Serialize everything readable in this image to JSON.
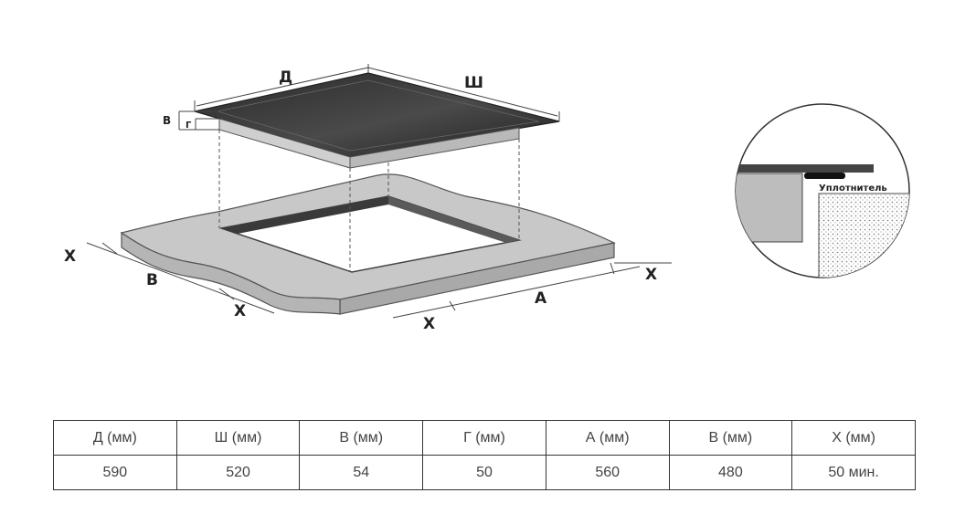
{
  "diagram": {
    "labels": {
      "length": "Д",
      "width": "Ш",
      "height": "В",
      "glass_height": "Г",
      "cutout_a": "А",
      "cutout_b": "В",
      "gap_x": "Х"
    },
    "detail": {
      "seal_label": "Уплотнитель"
    }
  },
  "table": {
    "headers": [
      "Д (мм)",
      "Ш (мм)",
      "В (мм)",
      "Г (мм)",
      "А (мм)",
      "В (мм)",
      "Х (мм)"
    ],
    "values": [
      "590",
      "520",
      "54",
      "50",
      "560",
      "480",
      "50 мин."
    ]
  }
}
